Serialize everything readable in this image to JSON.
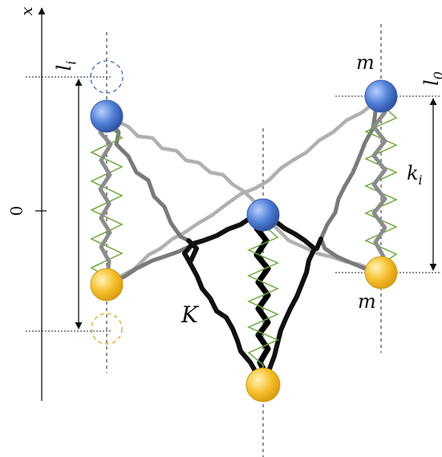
{
  "axis": {
    "name": "x",
    "zero_label": "0"
  },
  "labels": {
    "rest_length_left": "l",
    "rest_length_left_sub": "i",
    "rest_length_right": "l",
    "rest_length_right_sub": "0",
    "spring_constant": "k",
    "spring_constant_sub": "i",
    "coupling_constant": "K",
    "mass_top": "m",
    "mass_bottom": "m"
  },
  "colors": {
    "blue_bead": "#4f7fd6",
    "yellow_bead": "#f3b92a",
    "spring": "#6aaa3a",
    "chain_dark": "#111111",
    "chain_mid": "#777777",
    "chain_light": "#b0b0b0",
    "guide_dash": "#222222"
  }
}
